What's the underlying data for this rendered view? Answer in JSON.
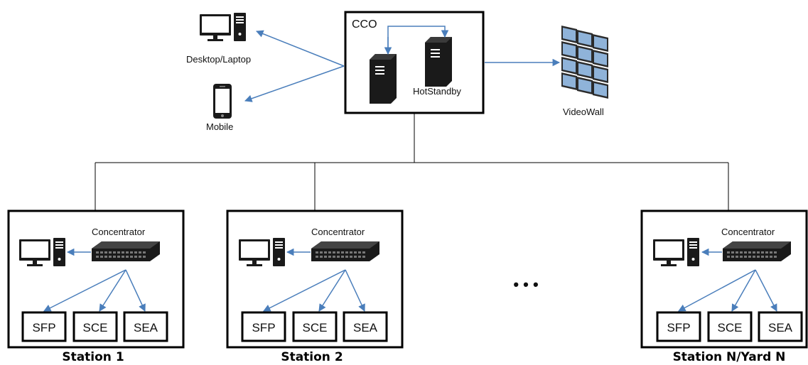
{
  "cco": {
    "label": "CCO",
    "standby_label": "HotStandby"
  },
  "clients": {
    "desktop_label": "Desktop/Laptop",
    "mobile_label": "Mobile",
    "videowall_label": "VideoWall"
  },
  "ellipsis": "• • •",
  "stations": [
    {
      "title": "Station 1",
      "concentrator_label": "Concentrator",
      "boxes": [
        "SFP",
        "SCE",
        "SEA"
      ]
    },
    {
      "title": "Station 2",
      "concentrator_label": "Concentrator",
      "boxes": [
        "SFP",
        "SCE",
        "SEA"
      ]
    },
    {
      "title": "Station N/Yard N",
      "concentrator_label": "Concentrator",
      "boxes": [
        "SFP",
        "SCE",
        "SEA"
      ]
    }
  ],
  "colors": {
    "arrow": "#4a7ebb",
    "device": "#1a1a1a",
    "screen_blue": "#8fb3d9",
    "border": "#000000"
  }
}
